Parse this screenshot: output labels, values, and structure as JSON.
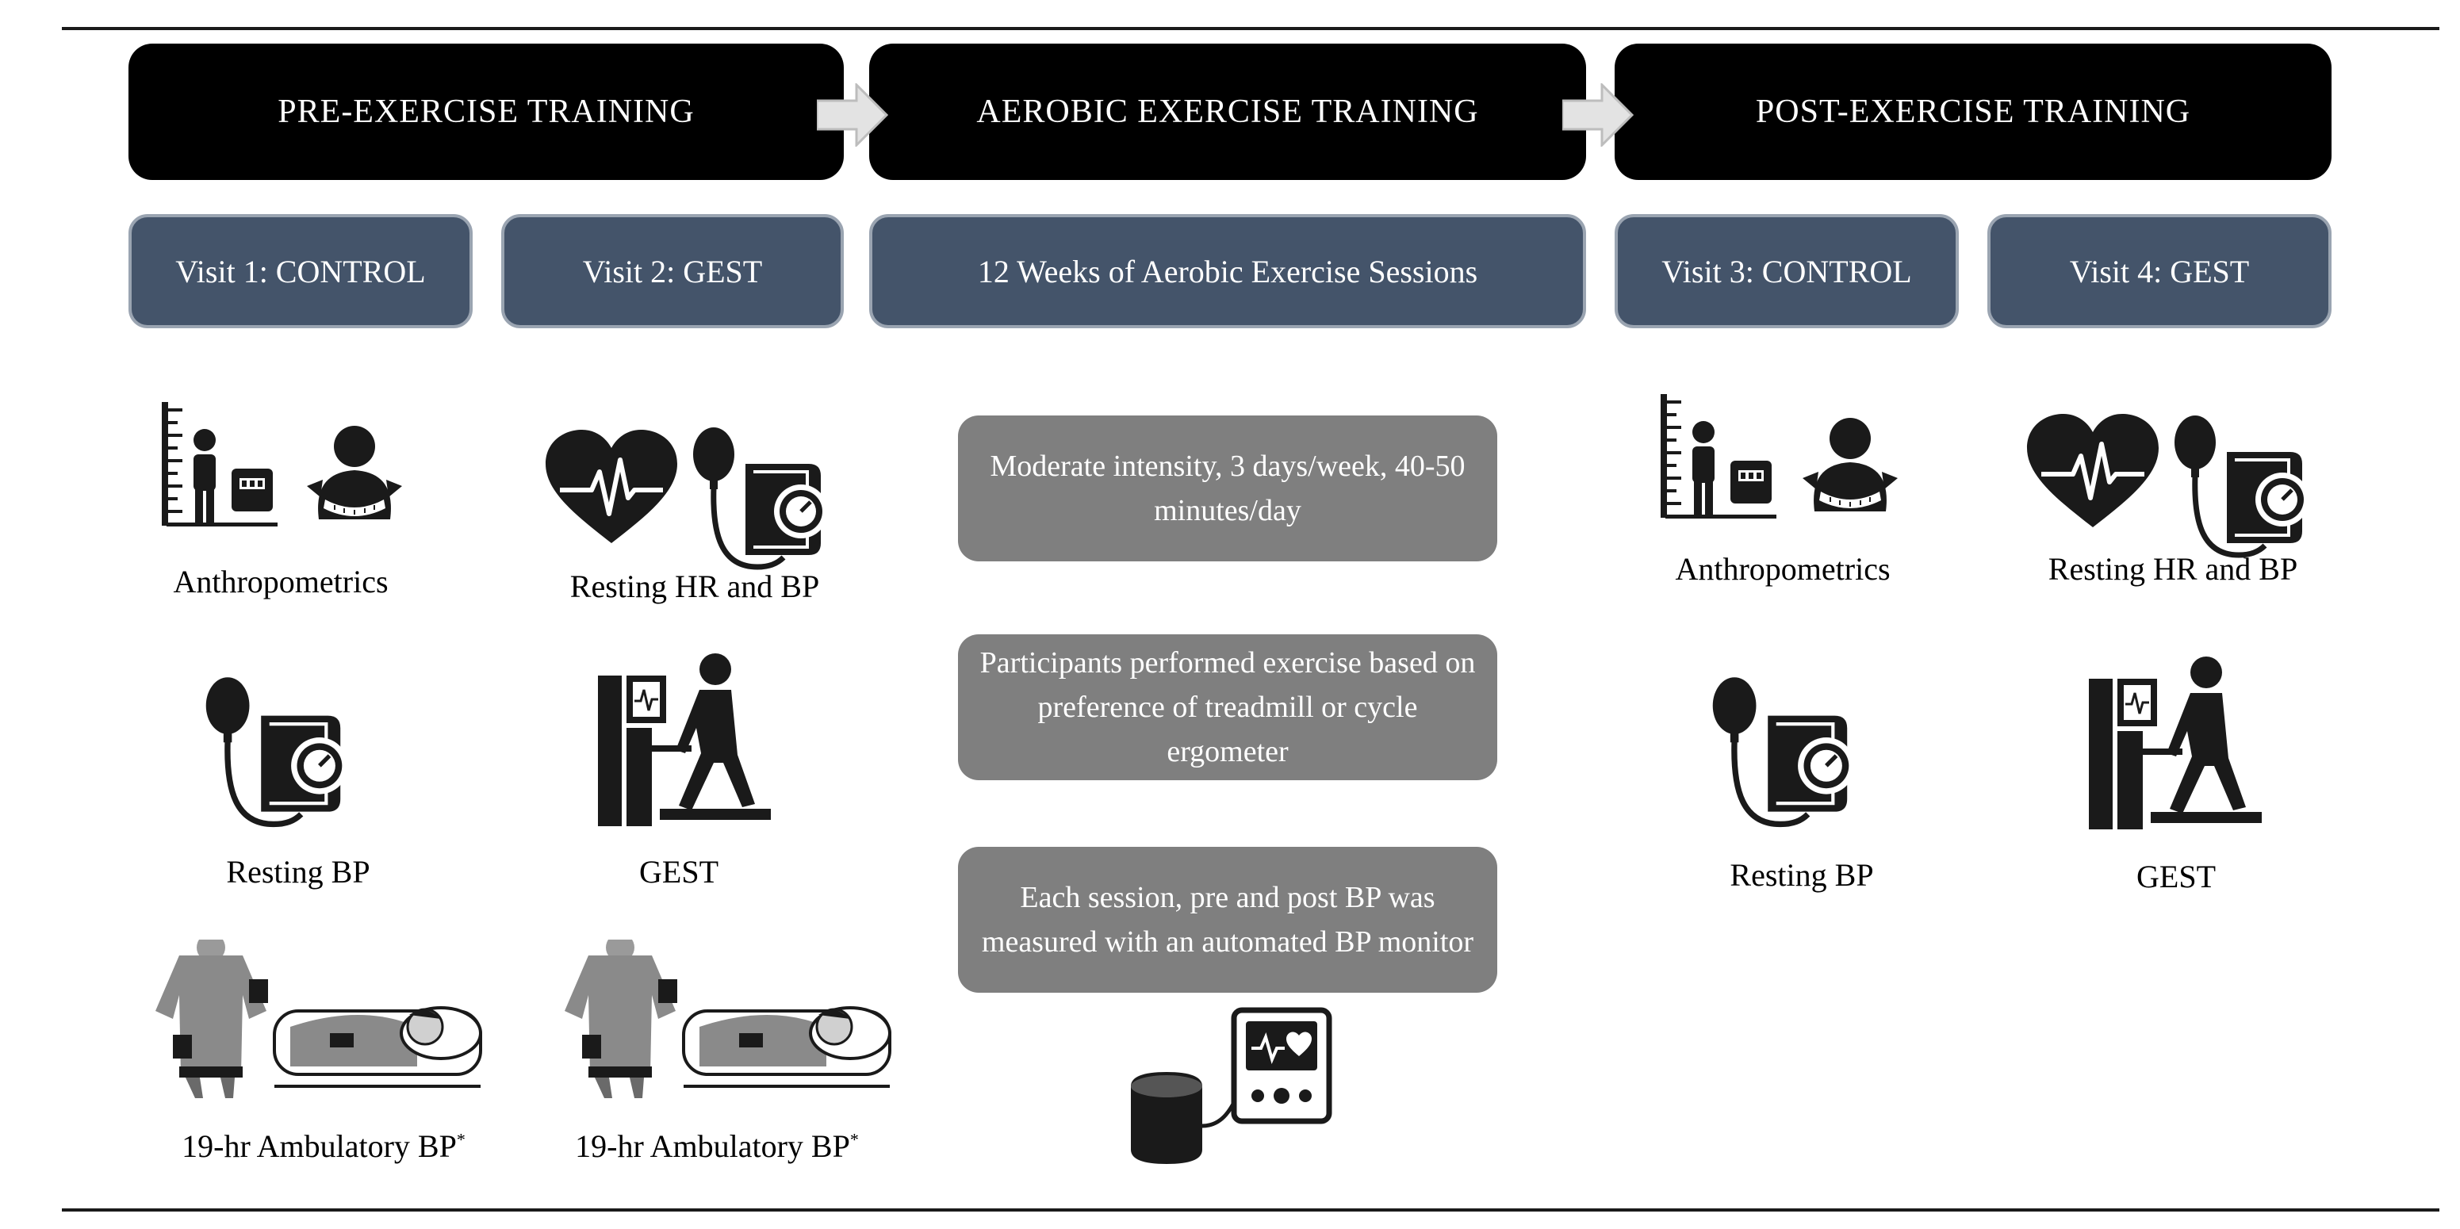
{
  "phases": [
    {
      "label": "PRE-EXERCISE TRAINING"
    },
    {
      "label": "AEROBIC EXERCISE TRAINING"
    },
    {
      "label": "POST-EXERCISE TRAINING"
    }
  ],
  "visits": {
    "v1": "Visit 1: CONTROL",
    "v2": "Visit 2: GEST",
    "training": "12 Weeks of Aerobic Exercise Sessions",
    "v3": "Visit 3: CONTROL",
    "v4": "Visit 4: GEST"
  },
  "notes": [
    "Moderate intensity, 3 days/week, 40-50 minutes/day",
    "Participants performed exercise based on preference of treadmill or cycle ergometer",
    "Each session, pre and post BP was measured with an automated BP monitor"
  ],
  "captions": {
    "anthro": "Anthropometrics",
    "resting_hr_bp": "Resting HR and BP",
    "resting_bp": "Resting BP",
    "gest": "GEST",
    "ambulatory": "19-hr Ambulatory BP",
    "asterisk": "*"
  },
  "colors": {
    "phase": "#000000",
    "visit": "#44546a",
    "note": "#7f7f7f",
    "icon": "#1a1a1a"
  },
  "icons": [
    "height-scale-icon",
    "waist-measure-icon",
    "heart-rate-icon",
    "bp-cuff-icon",
    "treadmill-icon",
    "ambulatory-bp-icon",
    "bp-monitor-icon"
  ]
}
